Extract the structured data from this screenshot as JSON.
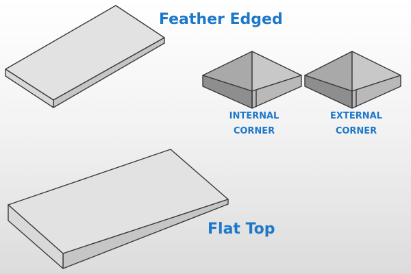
{
  "colors": {
    "label": "#1e78c8",
    "top_face": "#e2e2e2",
    "front_face": "#c4c4c4",
    "end_face": "#d9d9d9",
    "pyramid_left": "#a9a9a9",
    "pyramid_right": "#c6c6c6",
    "outline": "#3a3a3a"
  },
  "labels": {
    "feather_edged": "Feather Edged",
    "flat_top": "Flat Top",
    "internal": [
      "INTERNAL",
      "CORNER"
    ],
    "external": [
      "EXTERNAL",
      "CORNER"
    ]
  }
}
